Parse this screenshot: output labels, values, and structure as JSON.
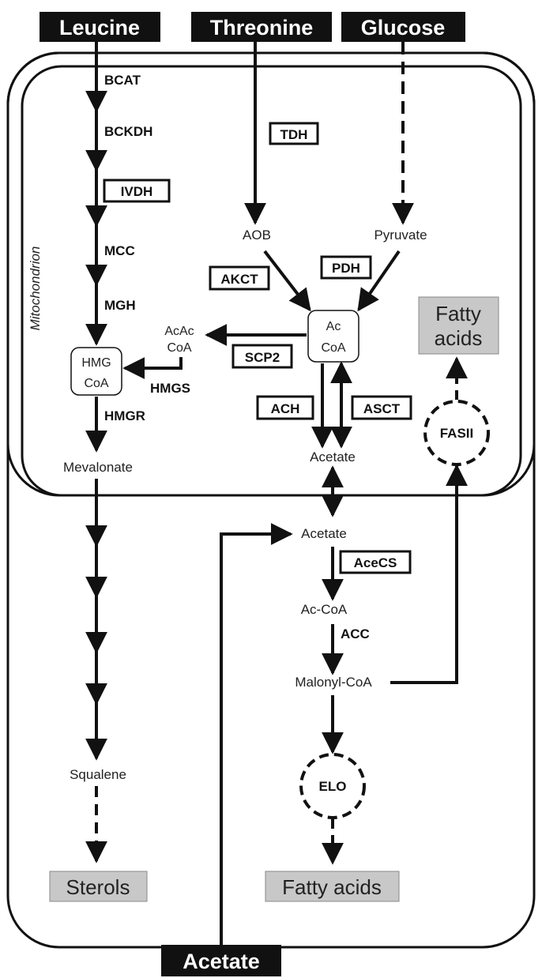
{
  "inputs": {
    "leucine": "Leucine",
    "threonine": "Threonine",
    "glucose": "Glucose",
    "acetate": "Acetate"
  },
  "compartment": {
    "mitochondrion": "Mitochondrion"
  },
  "enzymes": {
    "bcat": "BCAT",
    "bckdh": "BCKDH",
    "ivdh": "IVDH",
    "mcc": "MCC",
    "mgh": "MGH",
    "hmgs": "HMGS",
    "hmgr": "HMGR",
    "tdh": "TDH",
    "akct": "AKCT",
    "pdh": "PDH",
    "scp2": "SCP2",
    "ach": "ACH",
    "asct": "ASCT",
    "fasii": "FASII",
    "acecs": "AceCS",
    "acc": "ACC",
    "elo": "ELO"
  },
  "metabolites": {
    "aob": "AOB",
    "pyruvate": "Pyruvate",
    "acac_coa_line1": "AcAc",
    "acac_coa_line2": "CoA",
    "hmg_coa_line1": "HMG",
    "hmg_coa_line2": "CoA",
    "ac_coa_line1": "Ac",
    "ac_coa_line2": "CoA",
    "mevalonate": "Mevalonate",
    "acetate_mito": "Acetate",
    "acetate_cyto": "Acetate",
    "ac_coa_cyto": "Ac-CoA",
    "malonyl_coa": "Malonyl-CoA",
    "squalene": "Squalene"
  },
  "products": {
    "fatty_acids_mito_line1": "Fatty",
    "fatty_acids_mito_line2": "acids",
    "sterols": "Sterols",
    "fatty_acids_cyto": "Fatty acids"
  },
  "colors": {
    "ink": "#111111",
    "input_fill": "#111111",
    "input_text": "#ffffff",
    "product_fill": "#c8c8c8",
    "background": "#ffffff"
  }
}
